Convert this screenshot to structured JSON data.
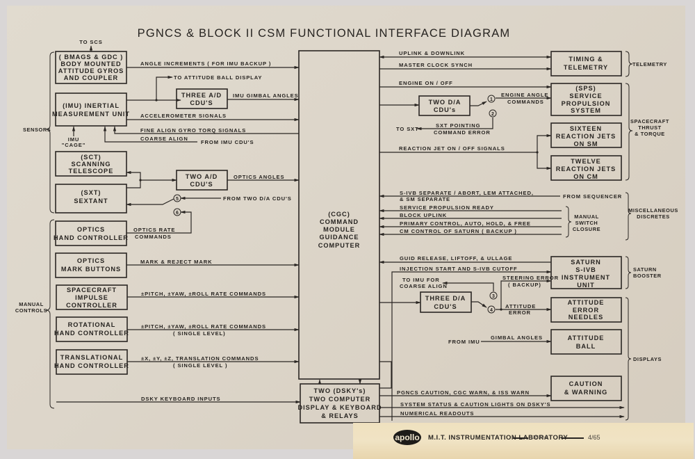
{
  "title": "PGNCS & BLOCK II CSM FUNCTIONAL INTERFACE DIAGRAM",
  "colors": {
    "paper": "#ddd6ca",
    "ink": "#262320",
    "tape": "#efe1bf",
    "background": "#d9d6d6"
  },
  "groups": {
    "sensors": "SENSORS",
    "manual_controls": [
      "MANUAL",
      "CONTROLS"
    ],
    "telemetry": "TELEMETRY",
    "thrust": [
      "SPACECRAFT",
      "THRUST",
      "& TORQUE"
    ],
    "misc": [
      "MISCELLANEOUS",
      "DISCRETES"
    ],
    "saturn": [
      "SATURN",
      "BOOSTER"
    ],
    "displays": "DISPLAYS",
    "manual_switch": [
      "MANUAL",
      "SWITCH",
      "CLOSURE"
    ]
  },
  "blocks": {
    "bmags": [
      "( BMAGS & GDC )",
      "BODY MOUNTED",
      "ATTITUDE GYROS",
      "AND COUPLER"
    ],
    "imu": [
      "(IMU)  INERTIAL",
      "MEASUREMENT UNIT"
    ],
    "three_ad": [
      "THREE  A/D",
      "CDU'S"
    ],
    "sct": [
      "(SCT)",
      "SCANNING",
      "TELESCOPE"
    ],
    "sxt": [
      "(SXT)",
      "SEXTANT"
    ],
    "two_ad": [
      "TWO  A/D",
      "CDU'S"
    ],
    "optics_hand": [
      "OPTICS",
      "HAND  CONTROLLER"
    ],
    "optics_mark": [
      "OPTICS",
      "MARK  BUTTONS"
    ],
    "sc_impulse": [
      "SPACECRAFT",
      "IMPULSE",
      "CONTROLLER"
    ],
    "rot_hand": [
      "ROTATIONAL",
      "HAND  CONTROLLER"
    ],
    "trans_hand": [
      "TRANSLATIONAL",
      "HAND  CONTROLLER"
    ],
    "cgc": [
      "(CGC)",
      "COMMAND",
      "MODULE",
      "GUIDANCE",
      "COMPUTER"
    ],
    "dsky": [
      "TWO  (DSKY's)",
      "TWO  COMPUTER",
      "DISPLAY  &  KEYBOARD",
      "&  RELAYS"
    ],
    "two_da": [
      "TWO  D/A",
      "CDU's"
    ],
    "three_da": [
      "THREE  D/A",
      "CDU'S"
    ],
    "timing": [
      "TIMING  &",
      "TELEMETRY"
    ],
    "sps": [
      "(SPS)",
      "SERVICE",
      "PROPULSION",
      "SYSTEM"
    ],
    "sixteen": [
      "SIXTEEN",
      "REACTION  JETS",
      "ON  SM"
    ],
    "twelve": [
      "TWELVE",
      "REACTION  JETS",
      "ON  CM"
    ],
    "saturn_iu": [
      "SATURN",
      "S-IVB",
      "INSTRUMENT",
      "UNIT"
    ],
    "att_err": [
      "ATTITUDE",
      "ERROR",
      "NEEDLES"
    ],
    "att_ball": [
      "ATTITUDE",
      "BALL"
    ],
    "caution": [
      "CAUTION",
      "&  WARNING"
    ]
  },
  "signals": {
    "to_scs": "TO SCS",
    "angle_incr": "ANGLE  INCREMENTS  ( FOR  IMU  BACKUP )",
    "to_att_ball": "TO  ATTITUDE  BALL  DISPLAY",
    "imu_gimbal": "IMU  GIMBAL  ANGLES",
    "accel": "ACCELEROMETER  SIGNALS",
    "fine_align": "FINE  ALIGN  GYRO  TORQ  SIGNALS",
    "coarse_align": "COARSE  ALIGN",
    "from_imu_cdus": "FROM  IMU  CDU'S",
    "imu_cage": [
      "IMU",
      "\"CAGE\""
    ],
    "optics_angles": "OPTICS  ANGLES",
    "from_two_da": "FROM  TWO  D/A  CDU'S",
    "optics_rate": [
      "OPTICS  RATE",
      "COMMANDS"
    ],
    "mark_reject": "MARK  &  REJECT  MARK",
    "pyr_rate": "±PITCH, ±YAW, ±ROLL  RATE  COMMANDS",
    "pyr_rate2": "±PITCH, ±YAW, ±ROLL  RATE  COMMANDS",
    "single_level": "( SINGLE  LEVEL)",
    "xyz": "±X,  ±Y,  ±Z,  TRANSLATION  COMMANDS",
    "single_level2": "( SINGLE  LEVEL )",
    "dsky_inputs": "DSKY  KEYBOARD  INPUTS",
    "uplink": "UPLINK  &  DOWNLINK",
    "clock": "MASTER  CLOCK  SYNCH",
    "engine": "ENGINE  ON / OFF",
    "engine_angle": [
      "ENGINE ANGLE",
      "COMMANDS"
    ],
    "to_sxt": "TO  SXT",
    "sxt_pointing": [
      "SXT  POINTING",
      "COMMAND  ERROR"
    ],
    "rjet": "REACTION  JET  ON / OFF  SIGNALS",
    "sivb_sep": [
      "S-IVB  SEPARATE / ABORT,  LEM  ATTACHED,",
      "&  SM  SEPARATE"
    ],
    "from_seq": "FROM  SEQUENCER",
    "sps_ready": "SERVICE  PROPULSION  READY",
    "block_uplink": "BLOCK  UPLINK",
    "primary": "PRIMARY  CONTROL,  AUTO,  HOLD,  &  FREE",
    "cm_control": "CM  CONTROL  OF  SATURN  ( BACKUP )",
    "guid_release": "GUID  RELEASE,  LIFTOFF,  &  ULLAGE",
    "injection": "INJECTION  START  AND  S-IVB  CUTOFF",
    "to_imu_coarse": [
      "TO  IMU  FOR",
      "COARSE  ALIGN"
    ],
    "steering": [
      "STEERING  ERROR",
      "( BACKUP)"
    ],
    "att_error": [
      "ATTITUDE",
      "ERROR"
    ],
    "from_imu": "FROM  IMU",
    "gimbal": "GIMBAL  ANGLES",
    "pgncs_caution": "PGNCS  CAUTION,  CGC  WARN,  &  ISS  WARN",
    "status": "SYSTEM  STATUS  &  CAUTION  LIGHTS  ON  DSKY'S",
    "numerical": "NUMERICAL  READOUTS"
  },
  "nodes": [
    "1",
    "2",
    "3",
    "4",
    "5",
    "6"
  ],
  "footer": {
    "logo": "apollo",
    "lab": "M.I.T. INSTRUMENTATION LABORATORY",
    "drawing_no": "13533-2",
    "date": "4/65"
  }
}
